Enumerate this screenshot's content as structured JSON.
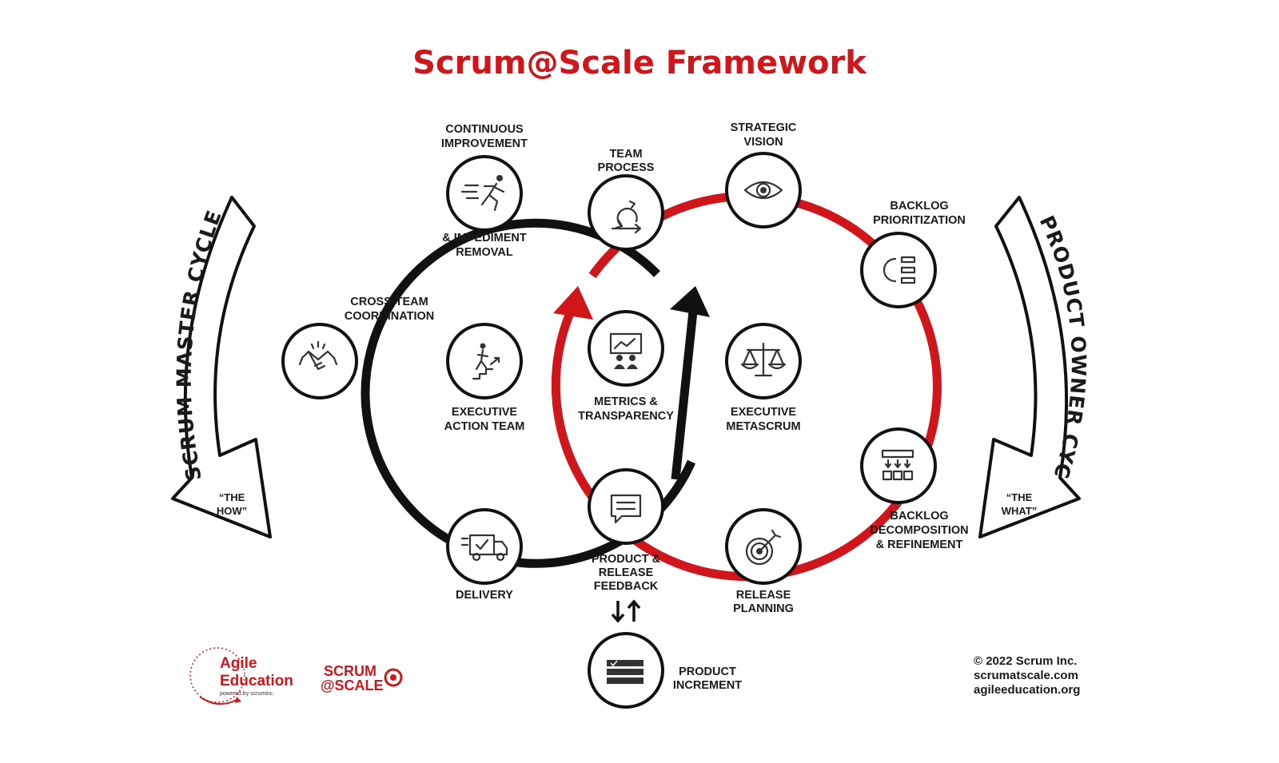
{
  "title": "Scrum@Scale Framework",
  "cycles": {
    "left": {
      "label": "SCRUM MASTER CYCLE",
      "sub_line1": "“THE",
      "sub_line2": "HOW”"
    },
    "right": {
      "label": "PRODUCT OWNER CYCLE",
      "sub_line1": "“THE",
      "sub_line2": "WHAT”"
    }
  },
  "nodes": {
    "continuous_improvement": {
      "line1": "CONTINUOUS",
      "line2": "IMPROVEMENT",
      "line3": "& IMPEDIMENT",
      "line4": "REMOVAL",
      "icon": "running-person-icon"
    },
    "team_process": {
      "line1": "TEAM",
      "line2": "PROCESS",
      "icon": "cycle-process-icon"
    },
    "strategic_vision": {
      "line1": "STRATEGIC",
      "line2": "VISION",
      "icon": "eye-icon"
    },
    "backlog_prioritization": {
      "line1": "BACKLOG",
      "line2": "PRIORITIZATION",
      "icon": "magnet-list-icon"
    },
    "cross_team": {
      "line1": "CROSS-TEAM",
      "line2": "COORDINATION",
      "icon": "handshake-icon"
    },
    "executive_action": {
      "line1": "EXECUTIVE",
      "line2": "ACTION TEAM",
      "icon": "stairs-climber-icon"
    },
    "metrics": {
      "line1": "METRICS &",
      "line2": "TRANSPARENCY",
      "icon": "presentation-icon"
    },
    "executive_metascrum": {
      "line1": "EXECUTIVE",
      "line2": "METASCRUM",
      "icon": "scales-icon"
    },
    "backlog_decomposition": {
      "line1": "BACKLOG",
      "line2": "DECOMPOSITION",
      "line3": "& REFINEMENT",
      "icon": "decomposition-icon"
    },
    "delivery": {
      "line1": "DELIVERY",
      "icon": "delivery-truck-icon"
    },
    "product_feedback": {
      "line1": "PRODUCT &",
      "line2": "RELEASE",
      "line3": "FEEDBACK",
      "icon": "chat-bubble-icon"
    },
    "release_planning": {
      "line1": "RELEASE",
      "line2": "PLANNING",
      "icon": "target-icon"
    },
    "product_increment": {
      "line1": "PRODUCT",
      "line2": "INCREMENT",
      "icon": "stacked-layers-icon"
    }
  },
  "logos": {
    "agile": {
      "line1": "Agile",
      "line2": "Education",
      "tagline": "powered by scruminc."
    },
    "scrum_scale": {
      "line1": "SCRUM",
      "line2": "@SCALE"
    }
  },
  "copyright": {
    "line1": "© 2022 Scrum Inc.",
    "line2": "scrumatscale.com",
    "line3": "agileeducation.org"
  },
  "colors": {
    "red": "#d0161b",
    "black": "#111111"
  }
}
